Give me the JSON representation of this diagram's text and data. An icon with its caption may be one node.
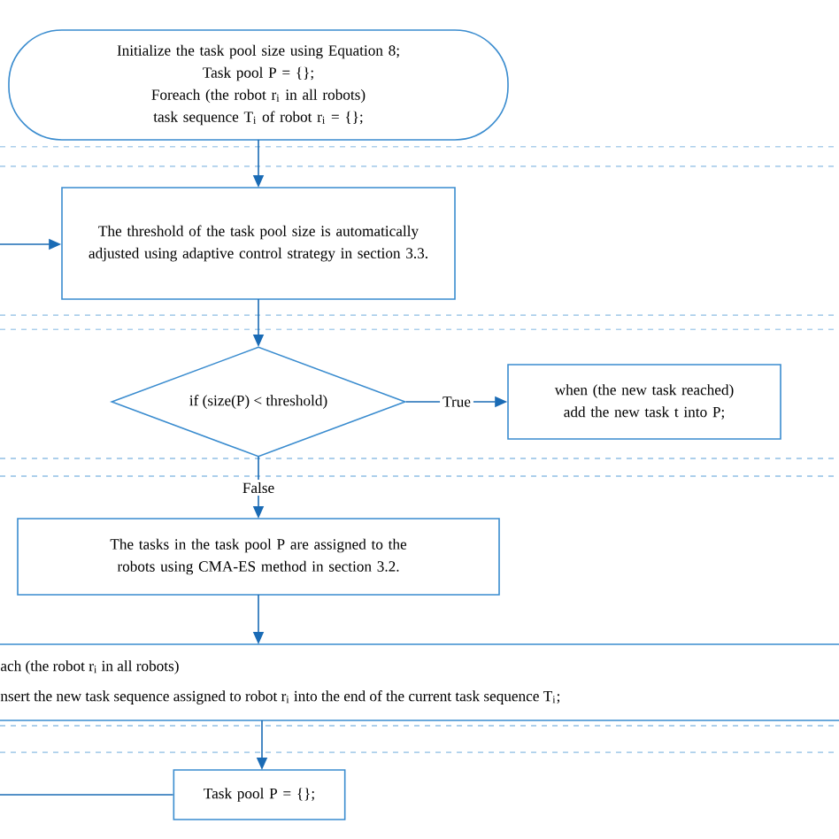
{
  "diagram": {
    "nodes": [
      {
        "text": [
          "Initialize the task pool size using Equation 8;",
          "Task pool P = {};",
          "Foreach (the robot r$_{i}$ in all robots)",
          "task sequence T$_{i}$ of robot r$_{i}$ = {};"
        ]
      },
      {
        "text": [
          "The threshold of the task pool size is automatically adjusted using adaptive control strategy in section 3.3."
        ]
      },
      {
        "text": [
          "if (size(P) < threshold)"
        ]
      },
      {
        "text": [
          "when (the new task reached) add the new task t into P;"
        ]
      },
      {
        "text": [
          "The tasks in the task pool P are assigned to the robots using CMA-ES method in section 3.2."
        ]
      },
      {
        "text": [
          "ach (the robot r$_{i}$ in all robots)",
          "nsert the new task sequence assigned to robot r$_{i}$ into the end of the current task sequence T$_{i}$;"
        ]
      },
      {
        "text": [
          "Task pool P = {};"
        ]
      }
    ],
    "edges": [
      {
        "from": 0,
        "to": 1,
        "arrow": "to"
      },
      {
        "from": null,
        "to": 1,
        "arrow": "to"
      },
      {
        "from": 1,
        "to": 2,
        "arrow": "to"
      },
      {
        "from": 2,
        "to": 3,
        "arrow": "to",
        "label": "True"
      },
      {
        "from": 2,
        "to": 4,
        "arrow": "to",
        "label": "False"
      },
      {
        "from": 4,
        "to": 5,
        "arrow": "to"
      },
      {
        "from": 5,
        "to": 6,
        "arrow": "to"
      },
      {
        "from": null,
        "to": 6,
        "arrow": "none"
      }
    ]
  }
}
